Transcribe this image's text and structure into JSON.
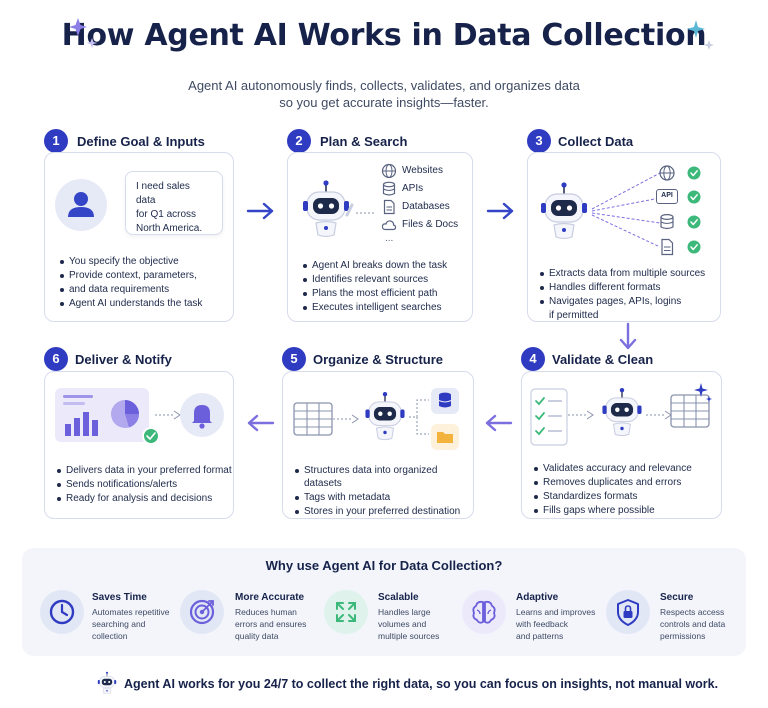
{
  "title": "How Agent AI Works in Data Collection",
  "subtitle": [
    "Agent AI autonomously finds, collects, validates, and organizes data",
    "so you get accurate insights—faster."
  ],
  "colors": {
    "accent": "#2f3cc2",
    "check": "#3cb97a",
    "purple": "#7b6fe0",
    "navy": "#16224a"
  },
  "steps": [
    {
      "number": "1",
      "title": "Define Goal & Inputs",
      "bubble": [
        "I need sales data",
        "for Q1 across",
        "North America."
      ],
      "bullets": [
        "You specify the objective",
        "Provide context, parameters,",
        "and data requirements",
        "Agent AI understands the task"
      ]
    },
    {
      "number": "2",
      "title": "Plan & Search",
      "sources": [
        "Websites",
        "APIs",
        "Databases",
        "Files & Docs",
        "..."
      ],
      "bullets": [
        "Agent AI breaks down the task",
        "Identifies relevant sources",
        "Plans the most efficient path",
        "Executes intelligent searches"
      ]
    },
    {
      "number": "3",
      "title": "Collect Data",
      "api_label": "API",
      "bullets": [
        "Extracts data from multiple sources",
        "Handles different formats",
        "Navigates pages, APIs, logins",
        "if permitted"
      ]
    },
    {
      "number": "4",
      "title": "Validate & Clean",
      "bullets": [
        "Validates accuracy and relevance",
        "Removes duplicates and errors",
        "Standardizes formats",
        "Fills gaps where possible"
      ]
    },
    {
      "number": "5",
      "title": "Organize & Structure",
      "bullets": [
        "Structures data into organized datasets",
        "Tags with metadata",
        "Stores in your preferred destination"
      ]
    },
    {
      "number": "6",
      "title": "Deliver & Notify",
      "bullets": [
        "Delivers data in your preferred format",
        "Sends notifications/alerts",
        "Ready for analysis and decisions"
      ]
    }
  ],
  "why": {
    "title": "Why use Agent AI for Data Collection?",
    "benefits": [
      {
        "icon": "clock-icon",
        "title": "Saves Time",
        "desc": [
          "Automates repetitive",
          "searching and",
          "collection"
        ]
      },
      {
        "icon": "target-icon",
        "title": "More Accurate",
        "desc": [
          "Reduces human",
          "errors and ensures",
          "quality data"
        ]
      },
      {
        "icon": "expand-icon",
        "title": "Scalable",
        "desc": [
          "Handles large",
          "volumes and",
          "multiple sources"
        ]
      },
      {
        "icon": "brain-icon",
        "title": "Adaptive",
        "desc": [
          "Learns and improves",
          "with feedback",
          "and patterns"
        ]
      },
      {
        "icon": "shield-lock-icon",
        "title": "Secure",
        "desc": [
          "Respects access",
          "controls and data",
          "permissions"
        ]
      }
    ]
  },
  "footer": "Agent AI works for you 24/7 to collect the right data, so you can focus on insights, not manual work."
}
